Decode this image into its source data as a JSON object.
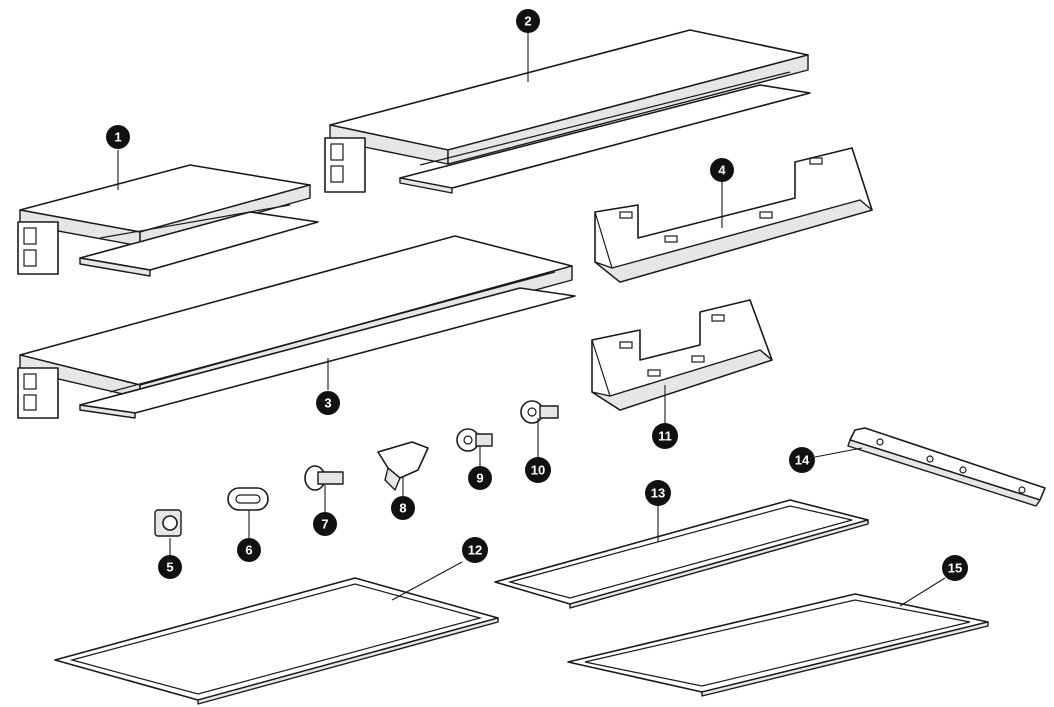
{
  "figure_id": "acs0007a",
  "callouts": [
    "1",
    "2",
    "3",
    "4",
    "5",
    "6",
    "7",
    "8",
    "9",
    "10",
    "11",
    "12",
    "13",
    "14",
    "15"
  ],
  "colors": {
    "line": "#1a1a1a",
    "fill": "#ffffff",
    "shade": "#e6e6e6",
    "callout": "#111111"
  }
}
